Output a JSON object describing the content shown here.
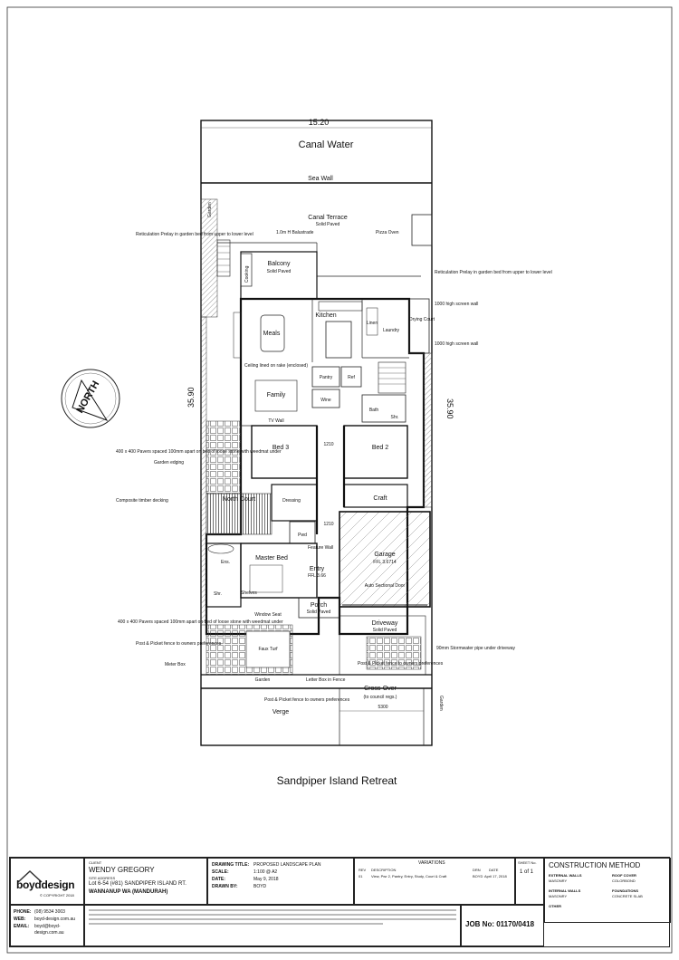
{
  "plan": {
    "dim_top": "15.20",
    "canal_water": "Canal Water",
    "sea_wall": "Sea Wall",
    "canal_terrace": "Canal Terrace",
    "solid_paved": "Solid Paved",
    "balcony": "Balcony",
    "cooking": "Cooking",
    "kitchen": "Kitchen",
    "meals": "Meals",
    "family": "Family",
    "laundry": "Laundry",
    "linen": "Linen",
    "drying_court": "Drying Court",
    "pantry": "Pantry",
    "ref": "Ref",
    "wine": "Wine",
    "bath": "Bath",
    "shr": "Shr.",
    "bed3": "Bed 3",
    "bed2": "Bed 2",
    "north_court": "North Court",
    "dressing": "Dressing",
    "craft": "Craft",
    "garage": "Garage",
    "garage_ffl": "FFL 3.6714",
    "master_bed": "Master Bed",
    "entry": "Entry",
    "entry_ffl": "FFL 3.66",
    "ens": "Ens.",
    "shelves": "Shelves",
    "porch": "Porch",
    "driveway": "Driveway",
    "garden": "Garden",
    "verge": "Verge",
    "cross_over": "Cross-Over",
    "council": "(to council regs.)",
    "dim_side": "35.90",
    "dim_1210": "1210",
    "dim_5300": "5300",
    "pwd": "Pwd",
    "faux_turf": "Faux Turf",
    "window_seat": "Window Seat",
    "feature_wall": "Feature Wall",
    "auto_door": "Auto Sectional Door",
    "tv_wall": "TV Wall",
    "ceiling_note": "Ceiling lined on rake (enclosed)",
    "balustrade": "1.0m H Balustrade",
    "pizza_oven": "Pizza Oven",
    "garden_edging": "Garden edging",
    "composite_decking": "Composite timber decking",
    "reticulation_left": "Reticulation Prelay in garden bed from upper to lower level",
    "reticulation_right": "Reticulation Prelay in garden bed from upper to lower level",
    "pavers_note": "400 x 400 Pavers spaced 100mm apart on bed of loose stone with weedmat under",
    "fence_note": "Post & Picket fence to owners preferences",
    "meter_box": "Meter Box",
    "letter_box": "Letter Box in Fence",
    "stormwater": "90mm Stormwater pipe under driveway",
    "screen_wall": "1000 high screen wall",
    "north": "NORTH",
    "title": "Sandpiper Island Retreat"
  },
  "title_block": {
    "company": "boyddesign",
    "copyright": "© COPYRIGHT 2018",
    "phone_label": "PHONE:",
    "phone": "(08) 9534 3003",
    "web_label": "WEB:",
    "web": "boyd-design.com.au",
    "email_label": "EMAIL:",
    "email": "boyd@boyd-design.com.au",
    "client_label": "CLIENT",
    "client": "WENDY GREGORY",
    "site_label": "SITE ADDRESS",
    "address1": "Lot 6-54 (#81) SANDPIPER ISLAND RT.",
    "address2": "WANNANUP WA (MANDURAH)",
    "drawing_title_label": "DRAWING TITLE:",
    "drawing_title": "PROPOSED LANDSCAPE PLAN",
    "scale_label": "SCALE:",
    "scale": "1:100 @ A2",
    "date_label": "DATE:",
    "date": "May 9, 2018",
    "drawn_label": "DRAWN BY:",
    "drawn": "BOYD",
    "variations": "VARIATIONS",
    "rev_h": "REV",
    "desc_h": "DESCRIPTION",
    "drn_h": "DRN",
    "date_h": "DATE",
    "rev": "01",
    "rev_desc": "View, Pwr 2, Pantry, Entry, Study, Court & Craft",
    "rev_drn": "BOYD",
    "rev_date": "April 17, 2018",
    "sheet_label": "SHEET No.",
    "sheet": "1 of 1",
    "construction": "CONSTRUCTION METHOD",
    "ext_walls_label": "EXTERNAL WALLS",
    "ext_walls": "MASONRY",
    "roof_label": "ROOF COVER",
    "roof": "COLORBOND",
    "int_walls_label": "INTERNAL WALLS",
    "int_walls": "MASONRY",
    "found_label": "FOUNDATIONS",
    "found": "CONCRETE SLAB",
    "other_label": "OTHER",
    "job": "JOB No: 01170/0418"
  }
}
